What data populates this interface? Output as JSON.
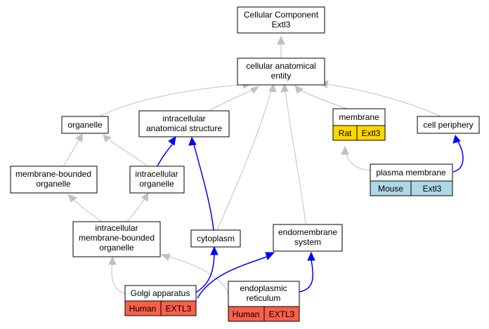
{
  "diagram": {
    "root": {
      "line1": "Cellular Component",
      "line2": "Extl3"
    },
    "nodes": {
      "cellular_anatomical_entity": {
        "line1": "cellular anatomical",
        "line2": "entity"
      },
      "organelle": {
        "label": "organelle"
      },
      "intracellular_anatomical_structure": {
        "line1": "intracellular",
        "line2": "anatomical structure"
      },
      "membrane": {
        "label": "membrane",
        "species": "Rat",
        "gene": "Extl3"
      },
      "cell_periphery": {
        "label": "cell periphery"
      },
      "membrane_bounded_organelle": {
        "line1": "membrane-bounded",
        "line2": "organelle"
      },
      "intracellular_organelle": {
        "line1": "intracellular",
        "line2": "organelle"
      },
      "plasma_membrane": {
        "label": "plasma membrane",
        "species": "Mouse",
        "gene": "Extl3"
      },
      "intracellular_membrane_bounded_organelle": {
        "line1": "intracellular",
        "line2": "membrane-bounded",
        "line3": "organelle"
      },
      "cytoplasm": {
        "label": "cytoplasm"
      },
      "endomembrane_system": {
        "line1": "endomembrane",
        "line2": "system"
      },
      "golgi_apparatus": {
        "label": "Golgi apparatus",
        "species": "Human",
        "gene": "EXTL3"
      },
      "endoplasmic_reticulum": {
        "line1": "endoplasmic",
        "line2": "reticulum",
        "species": "Human",
        "gene": "EXTL3"
      }
    }
  },
  "colors": {
    "edge_is_a": "#c0c0c0",
    "edge_part_of": "#0000ff",
    "rat": "#ffd700",
    "mouse": "#add8e6",
    "human": "#fa5f4a"
  }
}
